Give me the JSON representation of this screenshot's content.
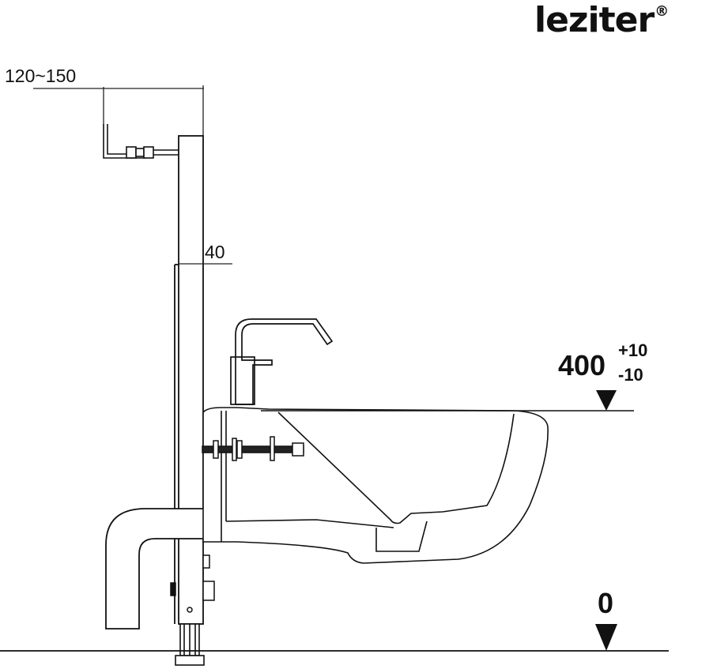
{
  "brand": {
    "name": "leziter",
    "mark": "®"
  },
  "dimensions": {
    "bracket_offset": "120~150",
    "frame_depth": "40",
    "seat_height": {
      "value": "400",
      "upper_tol": "+10",
      "lower_tol": "-10"
    },
    "floor_level": "0"
  }
}
